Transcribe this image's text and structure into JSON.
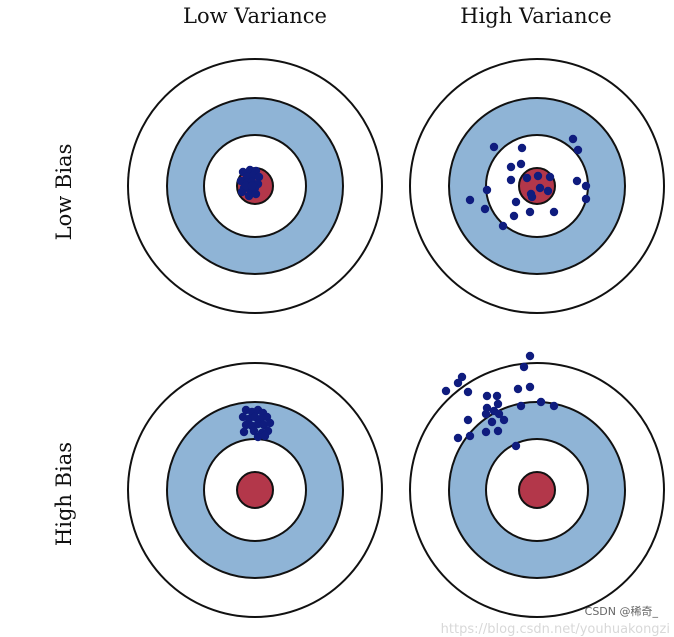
{
  "titles": {
    "col_low_variance": "Low Variance",
    "col_high_variance": "High Variance",
    "row_low_bias": "Low Bias",
    "row_high_bias": "High Bias"
  },
  "colors": {
    "ring_outer": "#ffffff",
    "ring_blue": "#8fb4d6",
    "ring_inner": "#ffffff",
    "bullseye": "#b3374a",
    "shot": "#0f1c7e",
    "stroke": "#111111"
  },
  "watermark": {
    "author": "CSDN @稀奇_",
    "url": "https://blog.csdn.net/youhuakongzi"
  }
}
